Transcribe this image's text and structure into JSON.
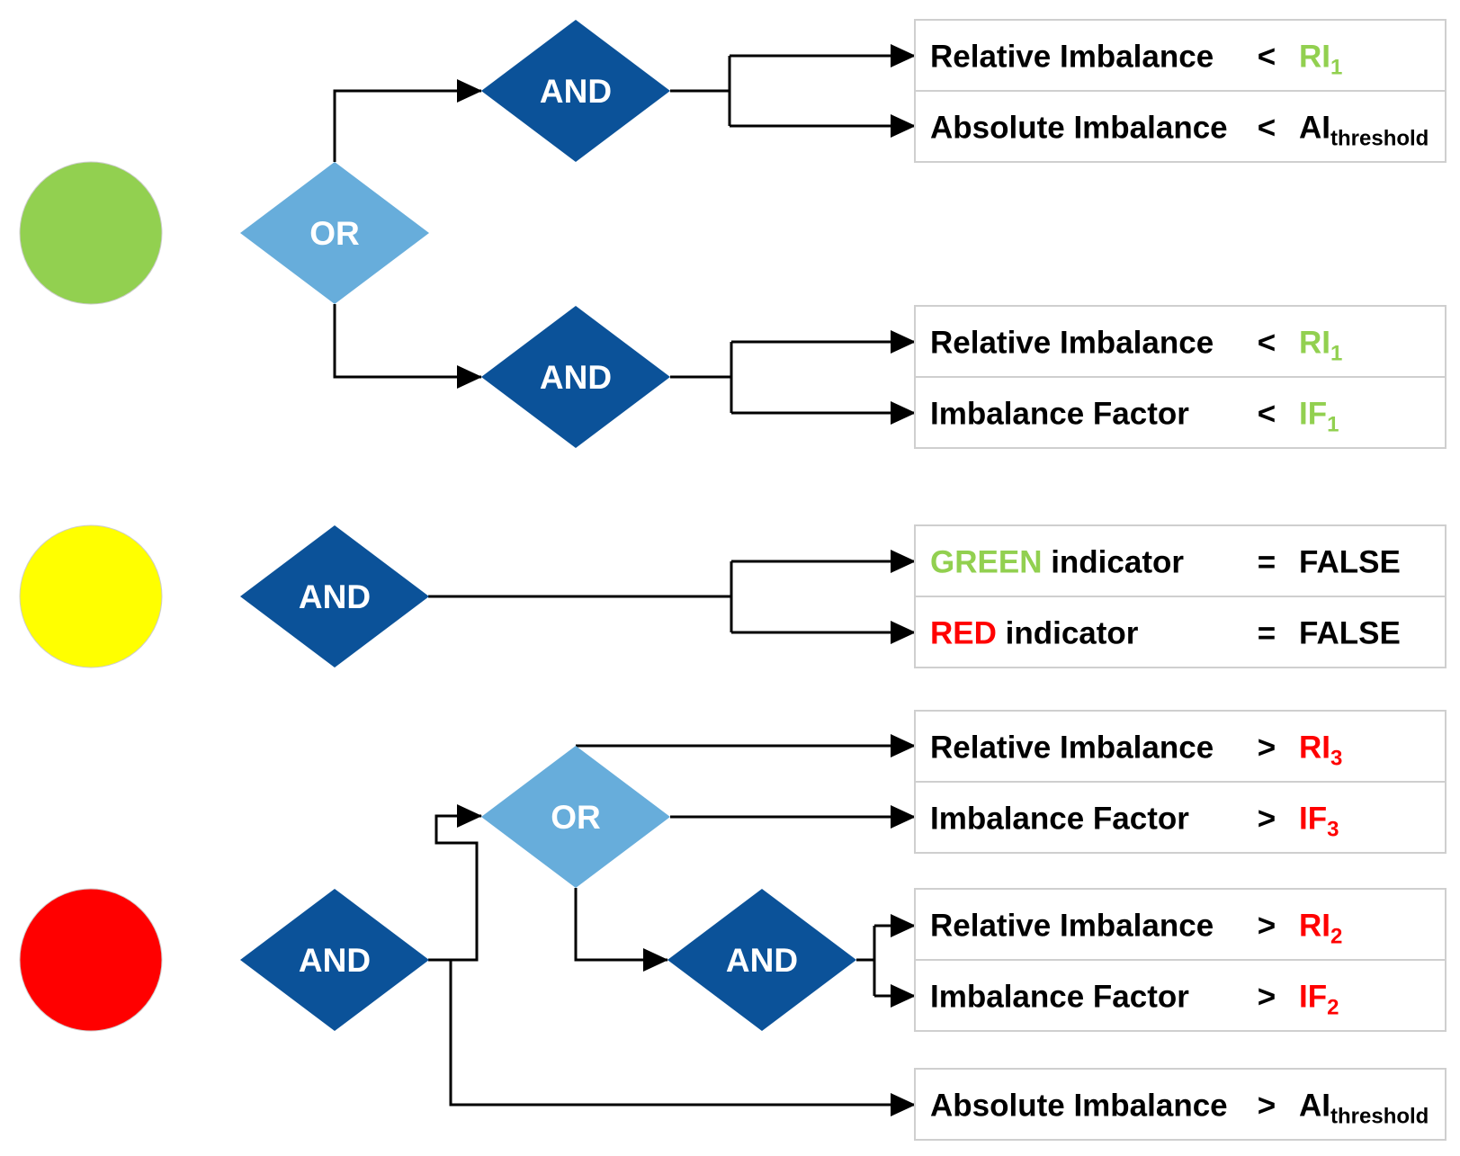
{
  "colors": {
    "green": "#92d050",
    "yellow": "#ffff00",
    "red": "#ff0000",
    "and_gate": "#0b5299",
    "or_gate": "#67addb"
  },
  "gates": {
    "g_or": "OR",
    "g_and1": "AND",
    "g_and2": "AND",
    "y_and": "AND",
    "r_and": "AND",
    "r_or": "OR",
    "r_and2": "AND"
  },
  "conditions": [
    {
      "label": "Relative Imbalance",
      "op": "<",
      "value": "RI",
      "sub": "1",
      "value_color": "#92d050"
    },
    {
      "label": "Absolute Imbalance",
      "op": "<",
      "value": "AI",
      "sub": "threshold",
      "value_color": "#000000"
    },
    {
      "label": "Relative Imbalance",
      "op": "<",
      "value": "RI",
      "sub": "1",
      "value_color": "#92d050"
    },
    {
      "label": "Imbalance Factor",
      "op": "<",
      "value": "IF",
      "sub": "1",
      "value_color": "#92d050"
    },
    {
      "label_colored": "GREEN",
      "label_colored_color": "#92d050",
      "label": " indicator",
      "op": "=",
      "value": "FALSE",
      "sub": "",
      "value_color": "#000000"
    },
    {
      "label_colored": "RED",
      "label_colored_color": "#ff0000",
      "label": " indicator",
      "op": "=",
      "value": "FALSE",
      "sub": "",
      "value_color": "#000000"
    },
    {
      "label": "Relative Imbalance",
      "op": ">",
      "value": "RI",
      "sub": "3",
      "value_color": "#ff0000"
    },
    {
      "label": "Imbalance Factor",
      "op": ">",
      "value": "IF",
      "sub": "3",
      "value_color": "#ff0000"
    },
    {
      "label": "Relative Imbalance",
      "op": ">",
      "value": "RI",
      "sub": "2",
      "value_color": "#ff0000"
    },
    {
      "label": "Imbalance Factor",
      "op": ">",
      "value": "IF",
      "sub": "2",
      "value_color": "#ff0000"
    },
    {
      "label": "Absolute Imbalance",
      "op": ">",
      "value": "AI",
      "sub": "threshold",
      "value_color": "#000000"
    }
  ]
}
